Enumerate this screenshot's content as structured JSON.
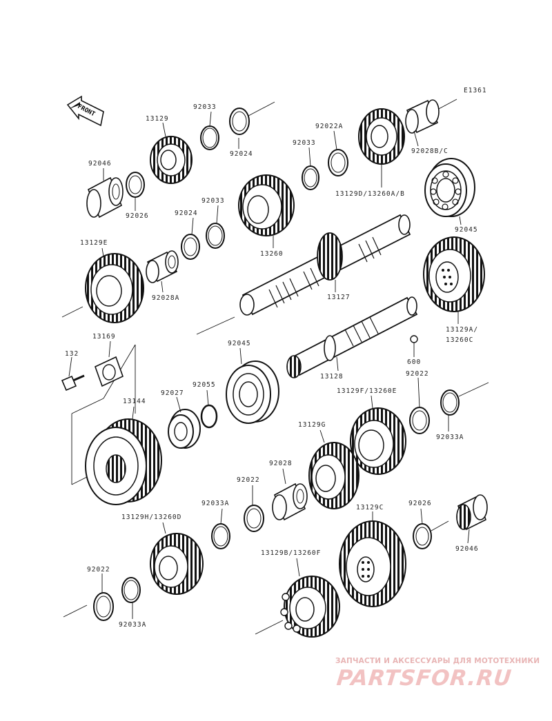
{
  "diagram_code": "E1361",
  "front_label": "FRONT",
  "watermark": {
    "subtitle": "ЗАПЧАСТИ И АКСЕССУАРЫ ДЛЯ МОТОТЕХНИКИ",
    "logo": "PARTSFOR.RU"
  },
  "parts": [
    {
      "id": "13129",
      "label": "13129"
    },
    {
      "id": "92033-top",
      "label": "92033"
    },
    {
      "id": "92024-top",
      "label": "92024"
    },
    {
      "id": "92022A",
      "label": "92022A"
    },
    {
      "id": "92033-mid",
      "label": "92033"
    },
    {
      "id": "92028BC",
      "label": "92028B/C"
    },
    {
      "id": "13129D",
      "label": "13129D/13260A/B"
    },
    {
      "id": "92046-top",
      "label": "92046"
    },
    {
      "id": "92026-top",
      "label": "92026"
    },
    {
      "id": "92033-b",
      "label": "92033"
    },
    {
      "id": "92024-b",
      "label": "92024"
    },
    {
      "id": "13260",
      "label": "13260"
    },
    {
      "id": "92045-top",
      "label": "92045"
    },
    {
      "id": "13129E",
      "label": "13129E"
    },
    {
      "id": "92028A",
      "label": "92028A"
    },
    {
      "id": "13127",
      "label": "13127"
    },
    {
      "id": "13129A",
      "label": "13129A/"
    },
    {
      "id": "13260C",
      "label": "13260C"
    },
    {
      "id": "13169",
      "label": "13169"
    },
    {
      "id": "132",
      "label": "132"
    },
    {
      "id": "92045-mid",
      "label": "92045"
    },
    {
      "id": "600",
      "label": "600"
    },
    {
      "id": "13128",
      "label": "13128"
    },
    {
      "id": "92022-a",
      "label": "92022"
    },
    {
      "id": "13144",
      "label": "13144"
    },
    {
      "id": "92027",
      "label": "92027"
    },
    {
      "id": "92055",
      "label": "92055"
    },
    {
      "id": "13129F",
      "label": "13129F/13260E"
    },
    {
      "id": "92033A-a",
      "label": "92033A"
    },
    {
      "id": "13129G",
      "label": "13129G"
    },
    {
      "id": "92028",
      "label": "92028"
    },
    {
      "id": "92022-b",
      "label": "92022"
    },
    {
      "id": "92033A-b",
      "label": "92033A"
    },
    {
      "id": "13129H",
      "label": "13129H/13260D"
    },
    {
      "id": "13129C",
      "label": "13129C"
    },
    {
      "id": "92026-b",
      "label": "92026"
    },
    {
      "id": "92046-b",
      "label": "92046"
    },
    {
      "id": "13129B",
      "label": "13129B/13260F"
    },
    {
      "id": "92022-c",
      "label": "92022"
    },
    {
      "id": "92033A-c",
      "label": "92033A"
    }
  ]
}
